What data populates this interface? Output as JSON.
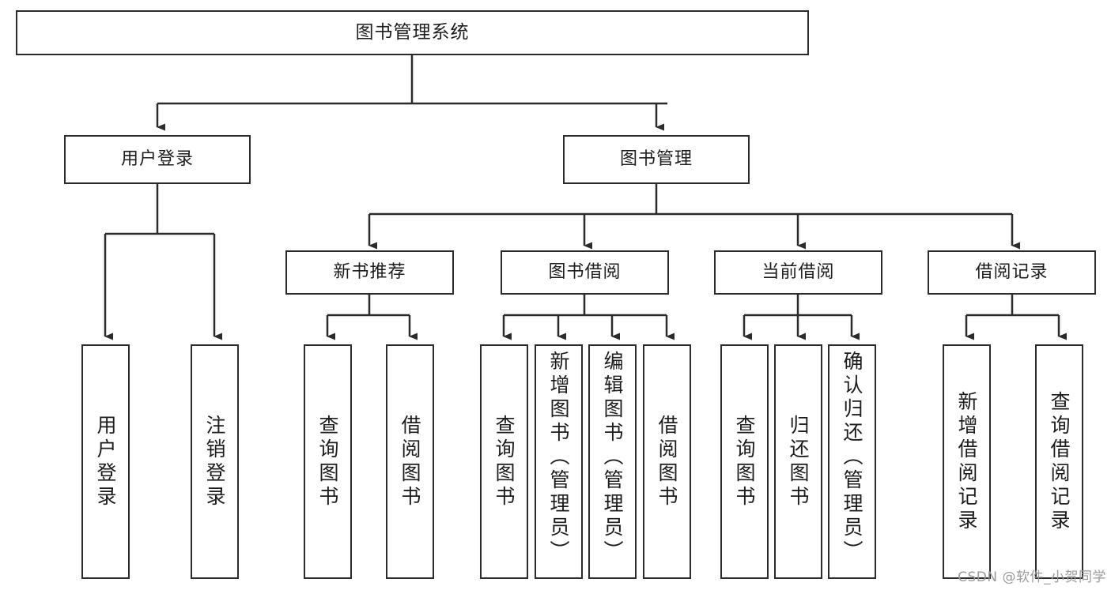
{
  "diagram": {
    "type": "tree-hierarchy",
    "title": "图书管理系统",
    "orientation": "top-down",
    "colors": {
      "box_border": "#2b2b2b",
      "box_fill": "#ffffff",
      "connector": "#2b2b2b",
      "text": "#1c1c1c",
      "background": "#ffffff",
      "watermark": "#9a9a9a"
    },
    "nodes": {
      "root": {
        "id": "root",
        "label": "图书管理系统",
        "level": 0
      },
      "level1": [
        {
          "id": "user-login",
          "label": "用户登录",
          "level": 1
        },
        {
          "id": "book-management",
          "label": "图书管理",
          "level": 1
        }
      ],
      "level2": [
        {
          "id": "new-book-recommend",
          "label": "新书推荐",
          "level": 2,
          "parent": "book-management"
        },
        {
          "id": "book-borrow",
          "label": "图书借阅",
          "level": 2,
          "parent": "book-management"
        },
        {
          "id": "current-borrow",
          "label": "当前借阅",
          "level": 2,
          "parent": "book-management"
        },
        {
          "id": "borrow-record",
          "label": "借阅记录",
          "level": 2,
          "parent": "book-management"
        }
      ],
      "leaves": [
        {
          "id": "leaf-user-login",
          "label": "用户登录",
          "parent": "user-login"
        },
        {
          "id": "leaf-user-logout",
          "label": "注销登录",
          "parent": "user-login"
        },
        {
          "id": "leaf-query-book-1",
          "label": "查询图书",
          "parent": "new-book-recommend"
        },
        {
          "id": "leaf-borrow-book-1",
          "label": "借阅图书",
          "parent": "new-book-recommend"
        },
        {
          "id": "leaf-query-book-2",
          "label": "查询图书",
          "parent": "book-borrow"
        },
        {
          "id": "leaf-add-book",
          "label": "新增图书（管理员）",
          "parent": "book-borrow"
        },
        {
          "id": "leaf-edit-book",
          "label": "编辑图书（管理员）",
          "parent": "book-borrow"
        },
        {
          "id": "leaf-borrow-book-2",
          "label": "借阅图书",
          "parent": "book-borrow"
        },
        {
          "id": "leaf-query-book-3",
          "label": "查询图书",
          "parent": "current-borrow"
        },
        {
          "id": "leaf-return-book",
          "label": "归还图书",
          "parent": "current-borrow"
        },
        {
          "id": "leaf-confirm-return",
          "label": "确认归还（管理员）",
          "parent": "current-borrow"
        },
        {
          "id": "leaf-add-record",
          "label": "新增借阅记录",
          "parent": "borrow-record"
        },
        {
          "id": "leaf-query-record",
          "label": "查询借阅记录",
          "parent": "borrow-record"
        }
      ]
    }
  },
  "watermark": {
    "text": "CSDN @软件_小贺同学"
  }
}
